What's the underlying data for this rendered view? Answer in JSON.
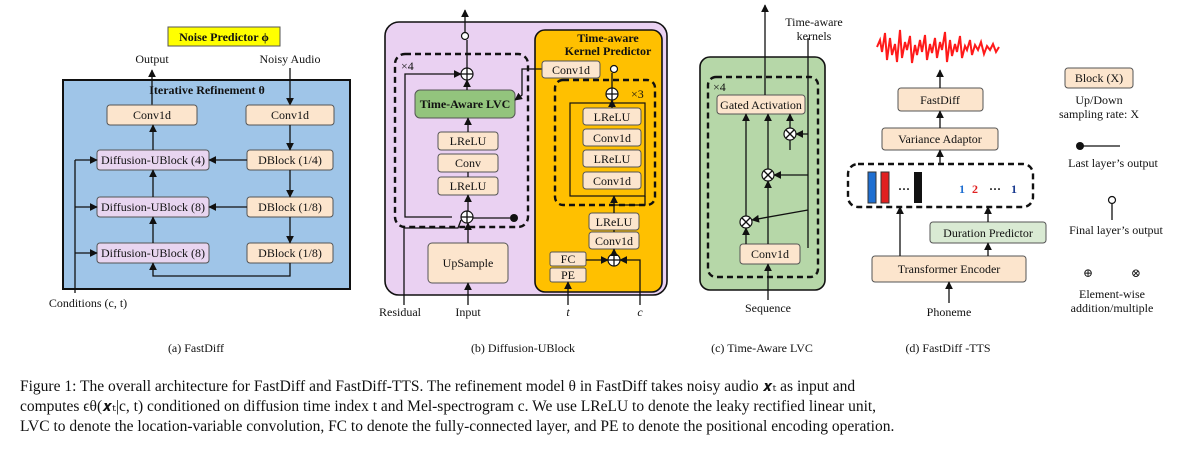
{
  "fastdiff": {
    "predictor": "Noise Predictor ϕ",
    "output": "Output",
    "noisy_audio": "Noisy Audio",
    "refine_title": "Iterative Refinement θ",
    "conv_left": "Conv1d",
    "conv_right": "Conv1d",
    "ublocks": [
      "Diffusion-UBlock (4)",
      "Diffusion-UBlock (8)",
      "Diffusion-UBlock (8)"
    ],
    "dblocks": [
      "DBlock (1/4)",
      "DBlock (1/8)",
      "DBlock (1/8)"
    ],
    "conditions": "Conditions (c, t)",
    "caption": "(a) FastDiff"
  },
  "ublock": {
    "repeat": "×4",
    "lvc": "Time-Aware LVC",
    "lrelu_top": "LReLU",
    "conv": "Conv",
    "lrelu_bottom": "LReLU",
    "upsample": "UpSample",
    "kp_title_line1": "Time-aware",
    "kp_title_line2": "Kernel Predictor",
    "kp_conv_top": "Conv1d",
    "kp_repeat": "×3",
    "kp_inner": [
      "LReLU",
      "Conv1d",
      "LReLU",
      "Conv1d"
    ],
    "kp_lrelu": "LReLU",
    "kp_conv_bottom": "Conv1d",
    "fc": "FC",
    "pe": "PE",
    "residual": "Residual",
    "input": "Input",
    "t_label": "t",
    "c_label": "c",
    "caption": "(b) Diffusion-UBlock"
  },
  "lvc": {
    "kernels_line1": "Time-aware",
    "kernels_line2": "kernels",
    "repeat": "×4",
    "gated": "Gated Activation",
    "conv": "Conv1d",
    "sequence": "Sequence",
    "caption": "(c) Time-Aware LVC"
  },
  "tts": {
    "fastdiff": "FastDiff",
    "variance": "Variance Adaptor",
    "dots": "···",
    "num1": "1",
    "num2": "2",
    "num_dots": "···",
    "num3": "1",
    "duration": "Duration Predictor",
    "encoder": "Transformer Encoder",
    "phoneme": "Phoneme",
    "caption": "(d) FastDiff -TTS"
  },
  "legend": {
    "block": "Block (X)",
    "updown_line1": "Up/Down",
    "updown_line2": "sampling rate: X",
    "last_layer": "Last layer’s output",
    "final_layer": "Final layer’s output",
    "plus": "⊕",
    "times": "⊗",
    "elementwise_line1": "Element-wise",
    "elementwise_line2": "addition/multiple"
  },
  "figure_caption": {
    "line1": "Figure 1: The overall architecture for FastDiff and FastDiff-TTS. The refinement model θ in FastDiff takes noisy audio 𝒙ₜ as input and",
    "line2": "computes ϵθ(𝒙ₜ|c, t) conditioned on diffusion time index t and Mel-spectrogram c. We use LReLU to denote the leaky rectified linear unit,",
    "line3": "LVC to denote the location-variable convolution, FC to denote the fully-connected layer, and PE to denote the positional encoding operation."
  },
  "colors": {
    "blue_panel": "#9fc5e8",
    "orange_box": "#fce5cd",
    "purple_box": "#e8d5f0",
    "purple_panel": "#ead1f2",
    "green_panel": "#b6d7a8",
    "green_lvc": "#93c47d",
    "orange_panel": "#ffc000",
    "yellow": "#ffff00",
    "duration": "#d9ead3",
    "spec_blue": "#1f6fd1",
    "spec_red": "#e02020",
    "wave_red": "#ff1a1a"
  }
}
